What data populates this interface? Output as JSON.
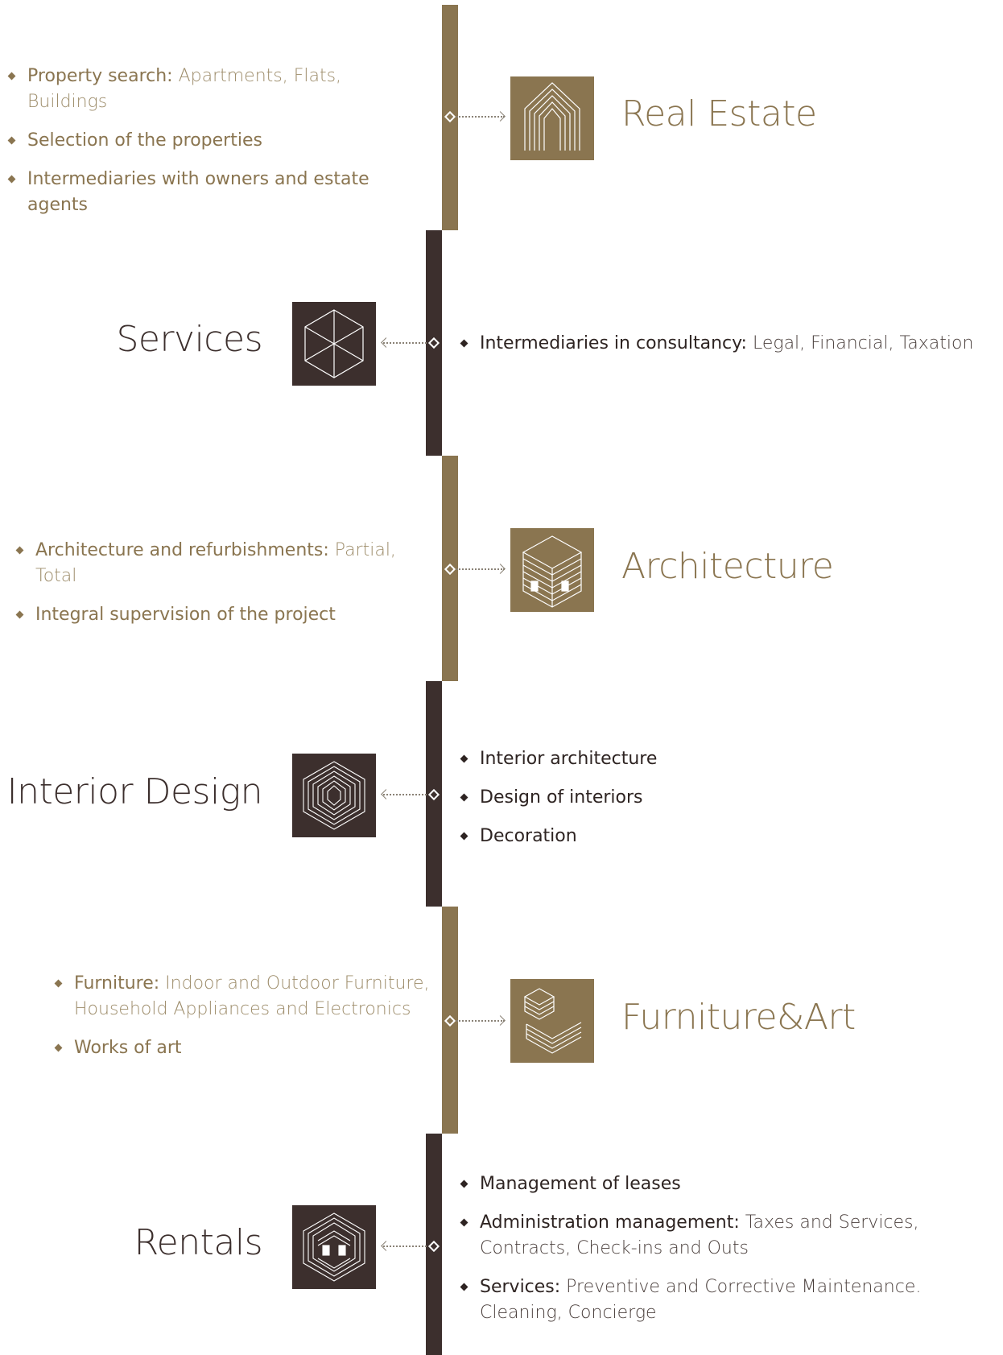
{
  "colors": {
    "gold": "#8a7550",
    "dark": "#3c2f2d"
  },
  "sections": {
    "real_estate": {
      "title": "Real Estate",
      "icon": "house-lines-icon",
      "bullets": [
        {
          "bold": "Property search:",
          "light": " Apartments, Flats, Buildings"
        },
        {
          "bold": "Selection of the properties",
          "light": ""
        },
        {
          "bold": "Intermediaries with owners and estate agents",
          "light": ""
        }
      ]
    },
    "services": {
      "title": "Services",
      "icon": "hexagon-spokes-icon",
      "bullets": [
        {
          "bold": "Intermediaries in consultancy:",
          "light": " Legal, Financial, Taxation"
        }
      ]
    },
    "architecture": {
      "title": "Architecture",
      "icon": "isometric-building-icon",
      "bullets": [
        {
          "bold": "Architecture and refurbishments:",
          "light": " Partial, Total"
        },
        {
          "bold": "Integral supervision of the project",
          "light": ""
        }
      ]
    },
    "interior_design": {
      "title": "Interior Design",
      "icon": "nested-hexagons-icon",
      "bullets": [
        {
          "bold": "Interior architecture",
          "light": ""
        },
        {
          "bold": "Design of interiors",
          "light": ""
        },
        {
          "bold": "Decoration",
          "light": ""
        }
      ]
    },
    "furniture_art": {
      "title": "Furniture&Art",
      "icon": "stacked-layers-icon",
      "bullets": [
        {
          "bold": "Furniture:",
          "light": " Indoor and Outdoor Furniture, Household Appliances and Electronics"
        },
        {
          "bold": "Works of art",
          "light": ""
        }
      ]
    },
    "rentals": {
      "title": "Rentals",
      "icon": "hexagon-keys-icon",
      "bullets": [
        {
          "bold": "Management of leases",
          "light": ""
        },
        {
          "bold": "Administration management:",
          "light": " Taxes and Services, Contracts, Check-ins and Outs"
        },
        {
          "bold": "Services:",
          "light": " Preventive and Corrective Maintenance. Cleaning, Concierge"
        }
      ]
    }
  }
}
